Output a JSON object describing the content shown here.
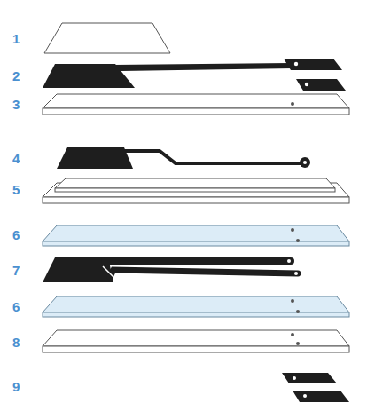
{
  "diagram": {
    "labels": [
      "1",
      "2",
      "3",
      "4",
      "5",
      "6",
      "7",
      "6",
      "8",
      "9"
    ]
  }
}
